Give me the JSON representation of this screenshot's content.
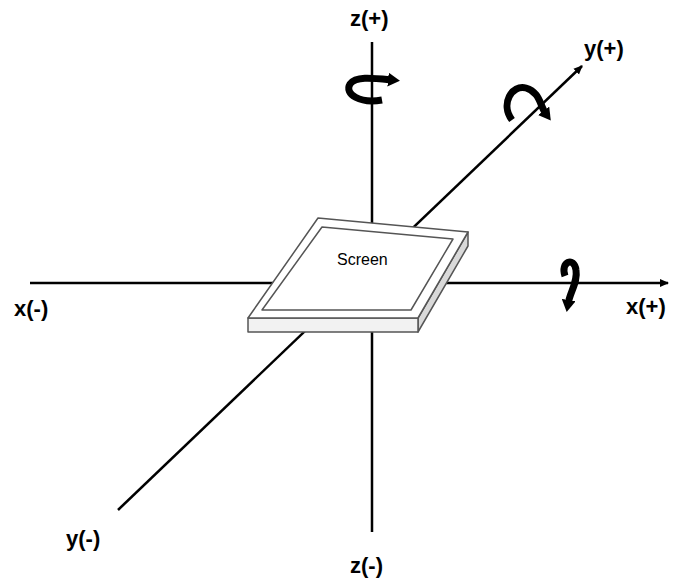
{
  "diagram": {
    "nodes": [
      {
        "text": [
          "Screen"
        ]
      }
    ],
    "labels": [
      "z(+)",
      "y(+)",
      "x(-)",
      "x(+)",
      "y(-)",
      "z(-)"
    ]
  }
}
